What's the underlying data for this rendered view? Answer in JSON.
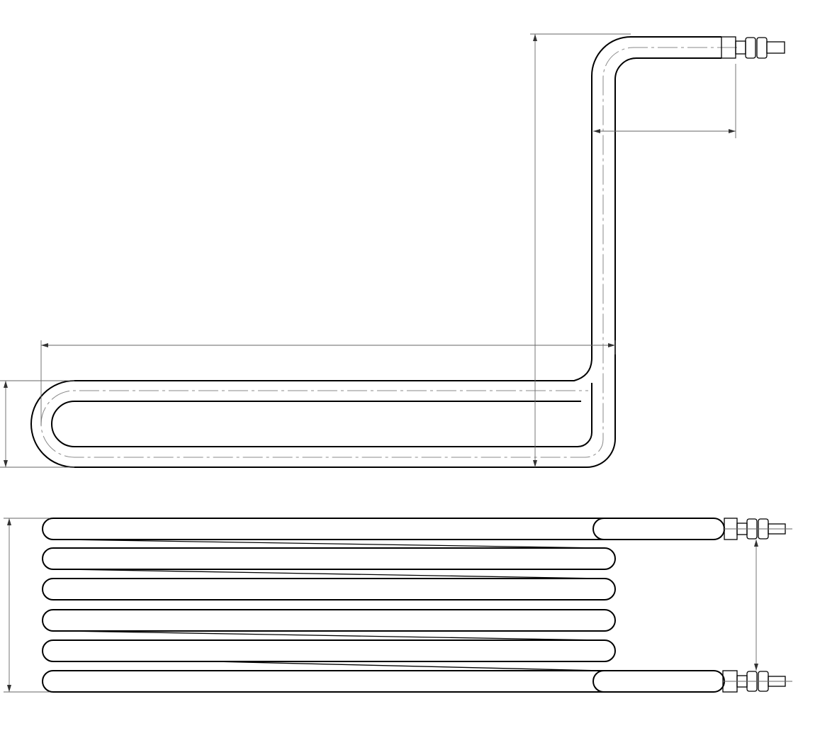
{
  "drawing": {
    "views": [
      "top-view",
      "side-view"
    ],
    "tube_count_side_view": 6,
    "colors": {
      "outline": "#000000",
      "dimension": "#666666",
      "centerline": "#888888",
      "background": "#ffffff"
    }
  }
}
